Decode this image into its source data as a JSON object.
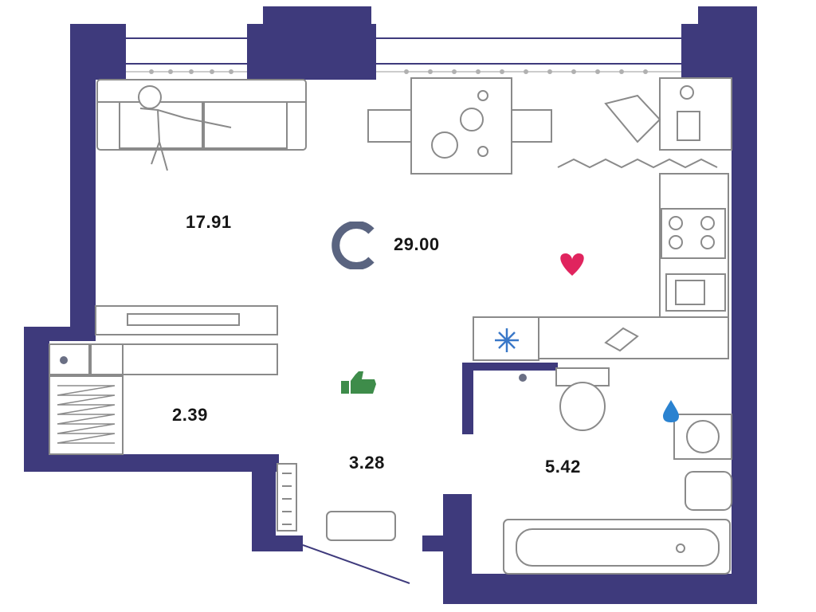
{
  "plan": {
    "type_letter": "C",
    "total_area": "29.00",
    "rooms": {
      "living": {
        "area": "17.91"
      },
      "wardrobe": {
        "area": "2.39"
      },
      "hall": {
        "area": "3.28"
      },
      "bathroom": {
        "area": "5.42"
      }
    }
  },
  "colors": {
    "wall": "#3e3a7c",
    "furniture_line": "#8a8a8a",
    "type_letter": "#5a6480",
    "heart": "#e0245e",
    "thumb": "#3e8c4a",
    "snowflake": "#3a78c8",
    "water_drop": "#2a82d0",
    "dot": "#6a6f84"
  },
  "icons": [
    "heart-icon",
    "thumbs-up-icon",
    "snowflake-icon",
    "water-drop-icon"
  ]
}
